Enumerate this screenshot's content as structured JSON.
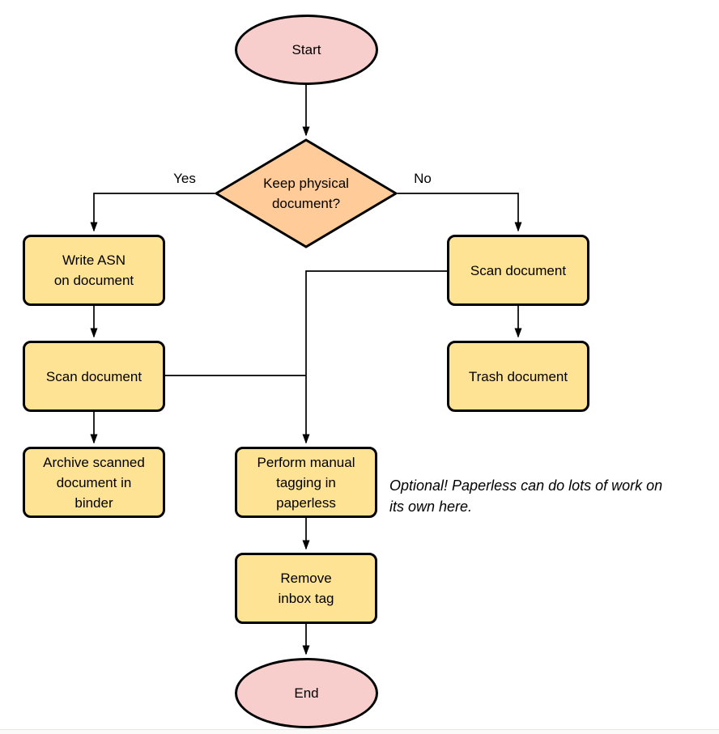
{
  "nodes": {
    "start": {
      "type": "terminal",
      "label": "Start"
    },
    "decision": {
      "type": "decision",
      "label": "Keep physical\ndocument?"
    },
    "write_asn": {
      "type": "process",
      "label": "Write ASN\non document"
    },
    "scan_yes": {
      "type": "process",
      "label": "Scan document"
    },
    "archive": {
      "type": "process",
      "label": "Archive scanned\ndocument in\nbinder"
    },
    "scan_no": {
      "type": "process",
      "label": "Scan document"
    },
    "trash": {
      "type": "process",
      "label": "Trash document"
    },
    "tagging": {
      "type": "process",
      "label": "Perform manual\ntagging in\npaperless"
    },
    "remove_inbox": {
      "type": "process",
      "label": "Remove\ninbox tag"
    },
    "end": {
      "type": "terminal",
      "label": "End"
    }
  },
  "edge_labels": {
    "yes": "Yes",
    "no": "No"
  },
  "annotation": {
    "text": "Optional! Paperless can do lots of work on\nits own here."
  },
  "colors": {
    "terminal_fill": "#F8CECC",
    "process_fill": "#FFE394",
    "decision_fill": "#FFCC99",
    "stroke": "#000000",
    "background": "#FFFFFF"
  }
}
